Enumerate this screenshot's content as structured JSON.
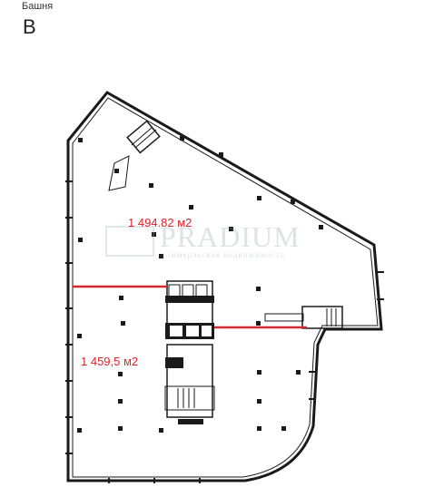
{
  "header": {
    "label": "Башня",
    "value": "В"
  },
  "areas": {
    "upper": "1 494.82 м2",
    "lower": "1 459,5 м2"
  },
  "watermark": {
    "name": "PRADIUM",
    "subtitle": "коммерческая недвижимость"
  },
  "colors": {
    "divider": "#d7262f",
    "area_text": "#e0222a",
    "walls": "#1a1a1a"
  }
}
